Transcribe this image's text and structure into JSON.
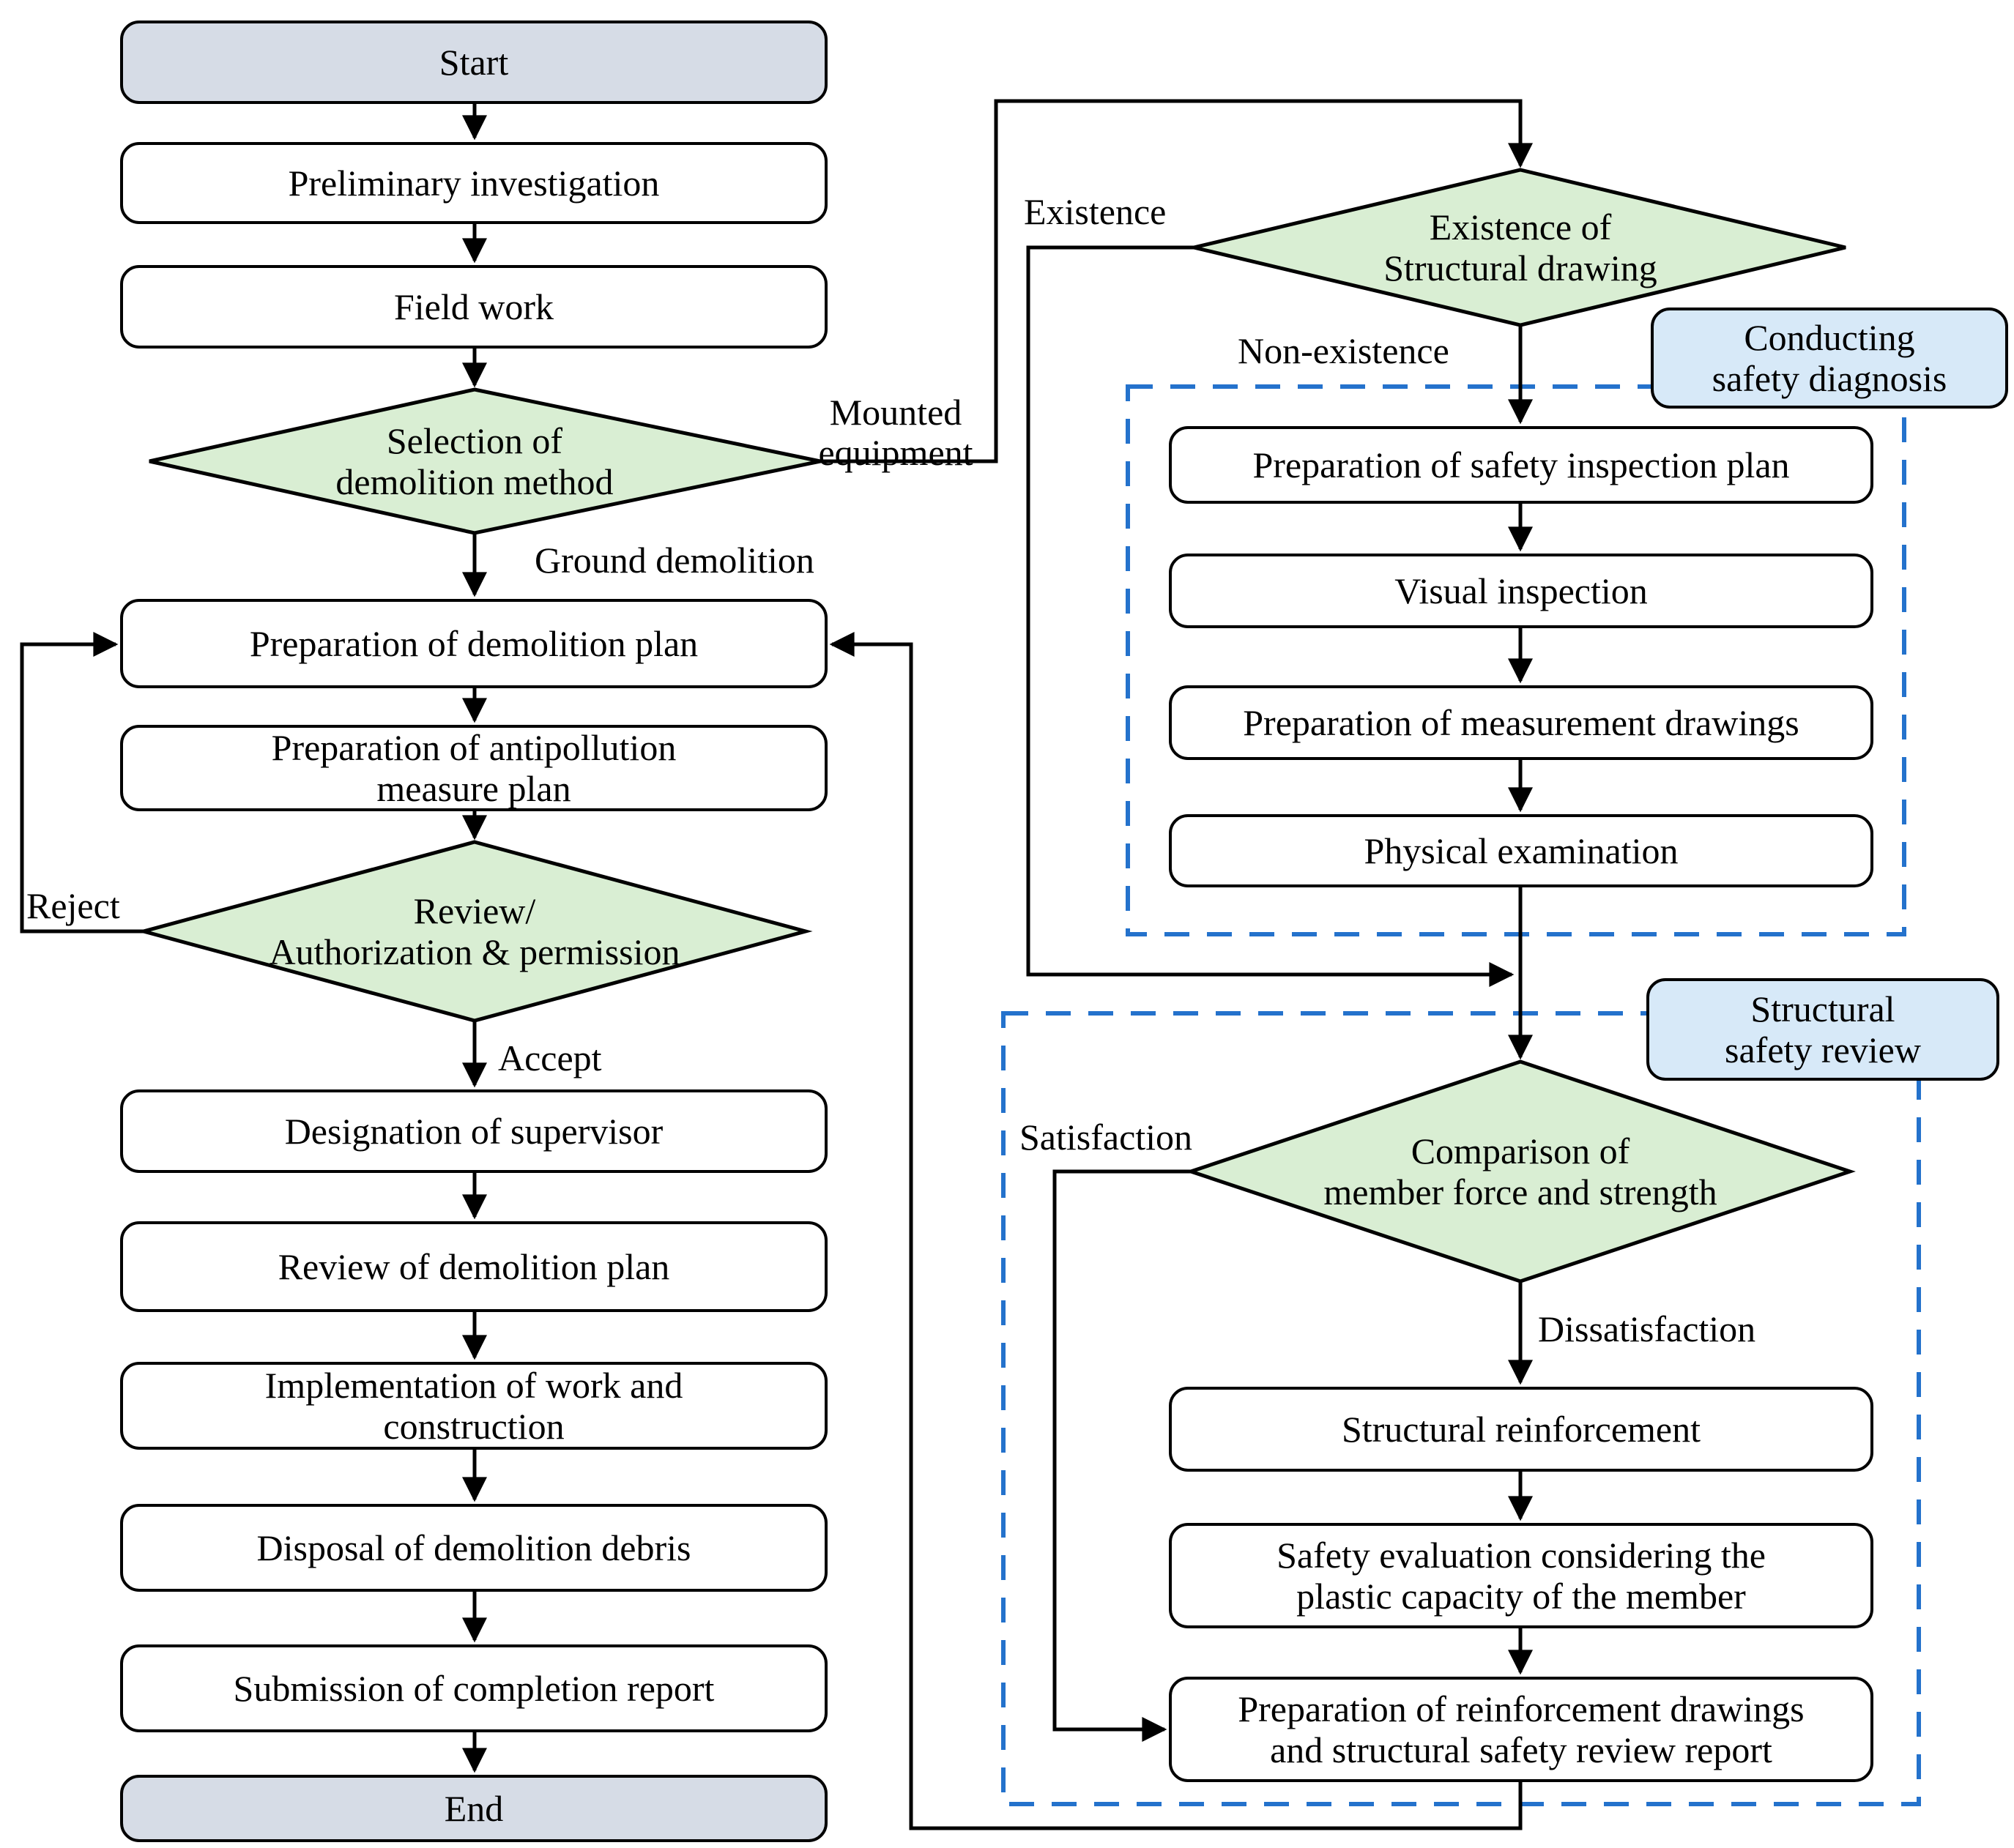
{
  "colors": {
    "terminator_fill": "#d6dce6",
    "process_fill": "#ffffff",
    "decision_fill": "#d9eed3",
    "note_fill": "#d7e9f8",
    "dashed_border": "#2472cc",
    "line_color": "#000000",
    "text_color": "#000000"
  },
  "nodes": {
    "start": "Start",
    "preliminary": "Preliminary investigation",
    "field_work": "Field work",
    "selection": "Selection of\ndemolition method",
    "prep_demolition_plan": "Preparation of demolition plan",
    "prep_antipollution": "Preparation of antipollution\nmeasure plan",
    "review_authorization": "Review/\nAuthorization & permission",
    "designation_supervisor": "Designation of supervisor",
    "review_demolition_plan": "Review of demolition plan",
    "implementation": "Implementation of work and\nconstruction",
    "disposal": "Disposal of demolition debris",
    "submission": "Submission of completion report",
    "end": "End",
    "existence_drawing": "Existence of\nStructural drawing",
    "safety_inspection_plan": "Preparation of safety inspection plan",
    "visual_inspection": "Visual inspection",
    "measurement_drawings": "Preparation of measurement drawings",
    "physical_examination": "Physical examination",
    "comparison": "Comparison of\nmember force and strength",
    "structural_reinforcement": "Structural reinforcement",
    "safety_evaluation": "Safety evaluation considering the\nplastic capacity of the member",
    "reinforcement_drawings": "Preparation of reinforcement drawings\nand structural safety review report"
  },
  "group_labels": {
    "conducting_safety_diagnosis": "Conducting\nsafety diagnosis",
    "structural_safety_review": "Structural\nsafety review"
  },
  "edge_labels": {
    "mounted_equipment": "Mounted\nequipment",
    "ground_demolition": "Ground demolition",
    "reject": "Reject",
    "accept": "Accept",
    "existence": "Existence",
    "non_existence": "Non-existence",
    "satisfaction": "Satisfaction",
    "dissatisfaction": "Dissatisfaction"
  }
}
